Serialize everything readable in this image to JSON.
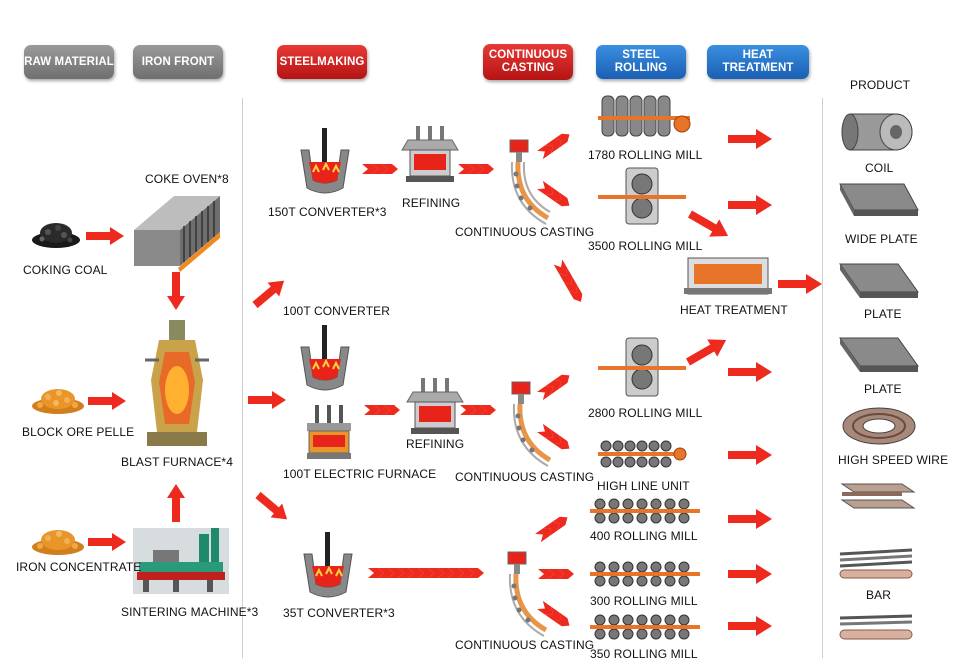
{
  "stages": {
    "raw_material": "RAW MATERIAL",
    "iron_front": "IRON FRONT",
    "steelmaking": "STEELMAKING",
    "continuous_casting": "CONTINUOUS CASTING",
    "steel_rolling": "STEEL ROLLING",
    "heat_treatment": "HEAT TREATMENT"
  },
  "raw": {
    "coking_coal": "COKING COAL",
    "block_ore": "BLOCK ORE PELLE",
    "iron_concentrate": "IRON CONCENTRATE"
  },
  "iron": {
    "coke_oven": "COKE OVEN*8",
    "blast_furnace": "BLAST FURNACE*4",
    "sintering": "SINTERING MACHINE*3"
  },
  "steel": {
    "conv150": "150T CONVERTER*3",
    "refining1": "REFINING",
    "conv100": "100T CONVERTER",
    "refining2": "REFINING",
    "electric": "100T  ELECTRIC FURNACE",
    "conv35": "35T CONVERTER*3"
  },
  "casting": {
    "cc1": "CONTINUOUS CASTING",
    "cc2": "CONTINUOUS CASTING",
    "cc3": "CONTINUOUS CASTING"
  },
  "rolling": {
    "m1780": "1780 ROLLING MILL",
    "m3500": "3500 ROLLING MILL",
    "heat": "HEAT TREATMENT",
    "m2800": "2800 ROLLING MILL",
    "high_line": "HIGH LINE UNIT",
    "m400": "400 ROLLING MILL",
    "m300": "300 ROLLING MILL",
    "m350": "350 ROLLING MILL"
  },
  "products": {
    "header": "PRODUCT",
    "coil": "COIL",
    "wide_plate": "WIDE PLATE",
    "plate1": "PLATE",
    "plate2": "PLATE",
    "high_speed_wire": "HIGH SPEED WIRE",
    "bar": "BAR"
  },
  "colors": {
    "arrow": "#ee2a1e",
    "gray_badge": "#808080",
    "red_badge": "#c8201c",
    "blue_badge": "#2a78d0",
    "ore": "#e8952a"
  }
}
